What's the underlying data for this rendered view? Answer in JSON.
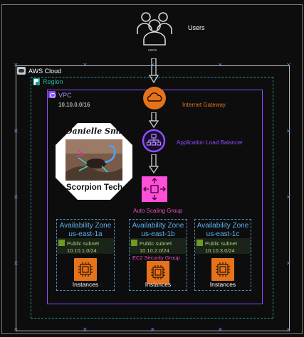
{
  "users": {
    "title": "Users",
    "caption": "users"
  },
  "aws_cloud": {
    "label": "AWS Cloud"
  },
  "region": {
    "label": "Region"
  },
  "vpc": {
    "label": "VPC",
    "cidr": "10.10.0.0/16"
  },
  "internet_gateway": {
    "label": "Internet Gateway"
  },
  "load_balancer": {
    "label": "Application Load Balancer"
  },
  "auto_scaling": {
    "label": "Auto Scaling Group"
  },
  "logo": {
    "name": "Danielle Smith",
    "company": "Scorpion Tech"
  },
  "security_group": {
    "label": "EC2 Security Group"
  },
  "zones": [
    {
      "name": "Availability Zone",
      "id": "us-east-1a",
      "subnet": "Public subnet",
      "cidr": "10.10.1.0/24",
      "instances": "Instances"
    },
    {
      "name": "Availability Zone",
      "id": "us-east-1b",
      "subnet": "Public subnet",
      "cidr": "10.10.2.0/24",
      "instances": "Instances"
    },
    {
      "name": "Availability Zone",
      "id": "us-east-1c",
      "subnet": "Public subnet",
      "cidr": "10.10.3.0/24",
      "instances": "Instances"
    }
  ],
  "colors": {
    "igw": "#e6731b",
    "alb": "#8c4fff",
    "asg": "#ff4fd8",
    "ec2": "#e6731b",
    "region_border": "#1f9c8c",
    "vpc_border": "#8c4fff",
    "az_border": "#4a90c8"
  },
  "icons": {
    "users": "users-icon",
    "igw": "cloud-icon",
    "alb": "network-icon",
    "asg": "scaling-icon",
    "ec2": "chip-icon"
  }
}
